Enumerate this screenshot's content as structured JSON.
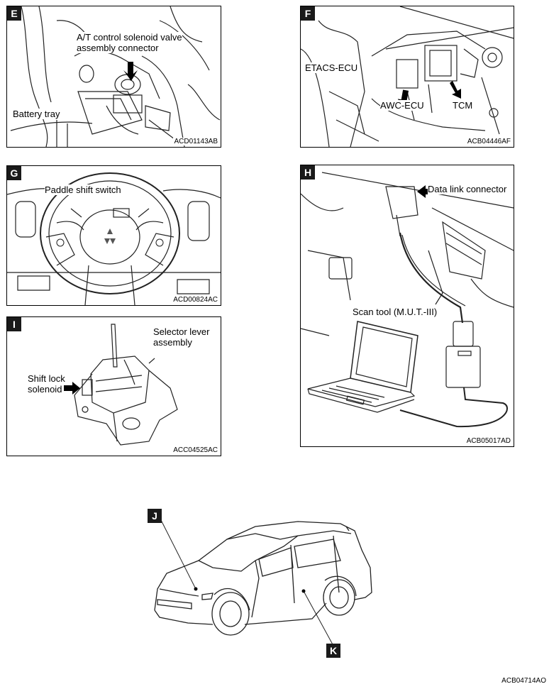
{
  "panels": {
    "E": {
      "badge": "E",
      "code": "ACD01143AB",
      "labels": {
        "solenoid_line1": "A/T control solenoid valve",
        "solenoid_line2": "assembly connector",
        "battery": "Battery tray"
      }
    },
    "F": {
      "badge": "F",
      "code": "ACB04446AF",
      "labels": {
        "etacs": "ETACS-ECU",
        "awc": "AWC-ECU",
        "tcm": "TCM"
      }
    },
    "G": {
      "badge": "G",
      "code": "ACD00824AC",
      "labels": {
        "paddle": "Paddle shift switch"
      }
    },
    "H": {
      "badge": "H",
      "code": "ACB05017AD",
      "labels": {
        "dlc": "Data link connector",
        "scan": "Scan tool (M.U.T.-III)"
      }
    },
    "I": {
      "badge": "I",
      "code": "ACC04525AC",
      "labels": {
        "selector_line1": "Selector lever",
        "selector_line2": "assembly",
        "shift_line1": "Shift lock",
        "shift_line2": "solenoid"
      }
    }
  },
  "vehicle": {
    "marker_j": "J",
    "marker_k": "K",
    "code": "ACB04714AO"
  }
}
